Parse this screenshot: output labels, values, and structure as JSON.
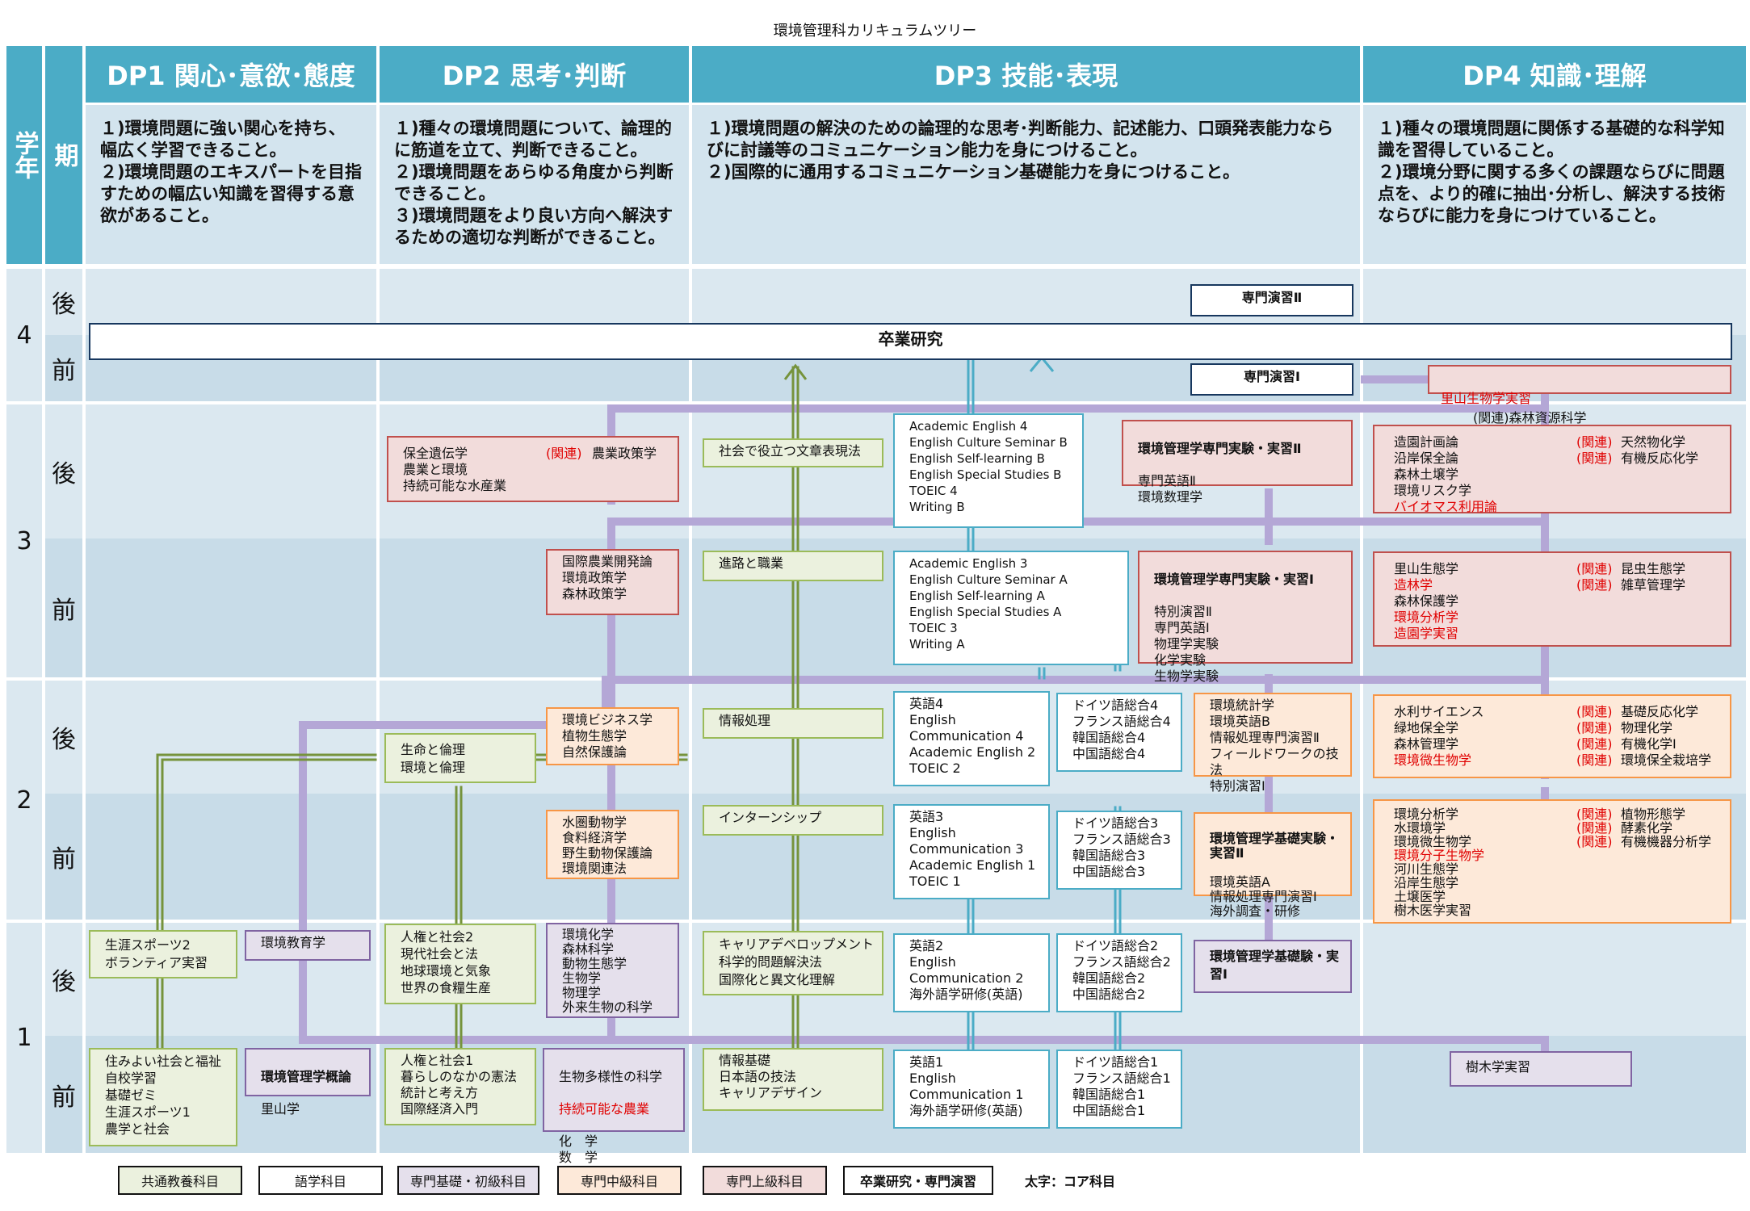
{
  "title": "環境管理科カリキュラムツリー",
  "header": {
    "grade": "学年",
    "term": "期",
    "dp1": "DP1 関心･意欲･態度",
    "dp2": "DP2 思考･判断",
    "dp3": "DP3 技能･表現",
    "dp4": "DP4 知識･理解"
  },
  "descriptions": {
    "dp1": "１)環境問題に強い関心を持ち、幅広く学習できること。\n２)環境問題のエキスパートを目指すための幅広い知識を習得する意欲があること。",
    "dp2": "１)種々の環境問題について、論理的に筋道を立て、判断できること。\n２)環境問題をあらゆる角度から判断できること。\n３)環境問題をより良い方向へ解決するための適切な判断ができること。",
    "dp3": "１)環境問題の解決のための論理的な思考･判断能力、記述能力、口頭発表能力ならびに討議等のコミュニケーション能力を身につけること。\n２)国際的に通用するコミュニケーション基礎能力を身につけること。",
    "dp4": "１)種々の環境問題に関係する基礎的な科学知識を習得していること。\n２)環境分野に関する多くの課題ならびに問題点を、より的確に抽出･分析し、解決する技術ならびに能力を身につけていること。"
  },
  "years": {
    "y1": "1",
    "y2": "2",
    "y3": "3",
    "y4": "4"
  },
  "terms": {
    "early": "前",
    "late": "後"
  },
  "courses": {
    "y1e_dp1": "住みよい社会と福祉\n自校学習\n基礎ゼミ\n生涯スポーツ1\n農学と社会",
    "y1e_kanri_1": "環境管理学概論",
    "y1e_kanri_2": "里山学",
    "y1e_dp2a": "人権と社会1\n暮らしのなかの憲法\n統計と考え方\n国際経済入門",
    "y1e_dp2b_1": "生物多様性の科学",
    "y1e_dp2b_2": "持続可能な農業",
    "y1e_dp2b_3": "化　学\n数　学",
    "y1e_dp3a": "情報基礎\n日本語の技法\nキャリアデザイン",
    "y1e_eng": "英語1\nEnglish\nCommunication 1\n海外語学研修(英語)",
    "y1e_ger": "ドイツ語総合1\nフランス語総合1\n韓国語総合1\n中国語総合1",
    "y1e_jumoku": "樹木学実習",
    "y1l_sport": "生涯スポーツ2\nボランティア実習",
    "y1l_kyoiku": "環境教育学",
    "y1l_dp2a": "人権と社会2\n現代社会と法\n地球環境と気象\n世界の食糧生産",
    "y1l_dp2b": "環境化学\n森林科学\n動物生態学\n生物学\n物理学\n外来生物の科学",
    "y1l_dp3a": "キャリアデベロップメント\n科学的問題解決法\n国際化と異文化理解",
    "y1l_eng": "英語2\nEnglish\nCommunication 2\n海外語学研修(英語)",
    "y1l_ger": "ドイツ語総合2\nフランス語総合2\n韓国語総合2\n中国語総合2",
    "y1l_kiso": "環境管理学基礎験・実習Ⅰ",
    "y2e_dp2b": "水圏動物学\n食料経済学\n野生動物保護論\n環境関連法",
    "y2e_intern": "インターンシップ",
    "y2e_eng": "英語3\nEnglish\nCommunication 3\nAcademic English 1\nTOEIC 1",
    "y2e_ger": "ドイツ語総合3\nフランス語総合3\n韓国語総合3\n中国語総合3",
    "y2e_kiso_title": "環境管理学基礎実験・実習Ⅱ",
    "y2e_kiso_body": "環境英語A\n情報処理専門演習Ⅰ\n海外調査・研修",
    "y2e_dp4_1": "環境分析学\n水環境学\n環境微生物学",
    "y2e_dp4_2": "環境分子生物学",
    "y2e_dp4_3": "河川生態学\n沿岸生態学\n土壌医学\n樹木医学実習",
    "y2e_dp4_rel_label": "(関連)\n(関連)\n(関連)",
    "y2e_dp4_rel": "植物形態学\n酵素化学\n有機機器分析学",
    "y2l_ethics": "生命と倫理\n環境と倫理",
    "y2l_biz": "環境ビジネス学\n植物生態学\n自然保護論",
    "y2l_info": "情報処理",
    "y2l_eng": "英語4\nEnglish\nCommunication 4\nAcademic English 2\nTOEIC 2",
    "y2l_ger": "ドイツ語総合4\nフランス語総合4\n韓国語総合4\n中国語総合4",
    "y2l_stats": "環境統計学\n環境英語B\n情報処理専門演習Ⅱ\nフィールドワークの技法\n特別演習Ⅰ",
    "y2l_dp4_1": "水利サイエンス\n緑地保全学\n森林管理学",
    "y2l_dp4_2": "環境微生物学",
    "y2l_dp4_rel_label": "(関連)\n(関連)\n(関連)\n(関連)",
    "y2l_dp4_rel": "基礎反応化学\n物理化学\n有機化学Ⅰ\n環境保全栽培学",
    "y3e_policy": "国際農業開発論\n環境政策学\n森林政策学",
    "y3e_career": "進路と職業",
    "y3e_ae": "Academic English 3\nEnglish Culture Seminar A\nEnglish Self-learning A\nEnglish Special Studies A\nTOEIC 3\nWriting A",
    "y3e_exp_title": "環境管理学専門実験・実習Ⅰ",
    "y3e_exp_body": "特別演習Ⅱ\n専門英語Ⅰ\n物理学実験\n化学実験\n生物学実験",
    "y3e_dp4_1": "里山生態学",
    "y3e_dp4_2": "造林学",
    "y3e_dp4_3": "森林保護学",
    "y3e_dp4_4": "環境分析学\n造園学実習",
    "y3e_dp4_rel_label": "(関連)\n(関連)",
    "y3e_dp4_rel": "昆虫生態学\n雑草管理学",
    "y3l_hozen": "保全遺伝学\n農業と環境\n持続可能な水産業",
    "y3l_hozen_rel_label": "(関連)",
    "y3l_hozen_rel": "農業政策学",
    "y3l_writing": "社会で役立つ文章表現法",
    "y3l_ae": "Academic English 4\nEnglish Culture Seminar B\nEnglish Self-learning B\nEnglish Special Studies B\nTOEIC 4\nWriting B",
    "y3l_exp_title": "環境管理学専門実験・実習Ⅱ",
    "y3l_exp_body": "専門英語Ⅱ\n環境数理学",
    "y3l_dp4_1": "造園計画論\n沿岸保全論\n森林土壌学\n環境リスク学",
    "y3l_dp4_2": "バイオマス利用論",
    "y3l_dp4_rel_label": "(関連)\n(関連)",
    "y3l_dp4_rel": "天然物化学\n有機反応化学",
    "y4_thesis": "卒業研究",
    "y4_seminar2": "専門演習Ⅱ",
    "y4_seminar1": "専門演習Ⅰ",
    "y4_satoyama": "里山生物学実習",
    "y4_satoyama_rel": "(関連)森林資源科学"
  },
  "legend": {
    "common": "共通教養科目",
    "language": "語学科目",
    "basic": "専門基礎・初級科目",
    "middle": "専門中級科目",
    "advanced": "専門上級科目",
    "thesis": "卒業研究・専門演習",
    "core": "太字：コア科目"
  },
  "colors": {
    "header": "#4bacc6",
    "common": "#9bbb59",
    "language": "#4bacc6",
    "basic": "#8064a2",
    "middle": "#f79646",
    "advanced": "#c0504d",
    "thesis": "#17375e"
  }
}
